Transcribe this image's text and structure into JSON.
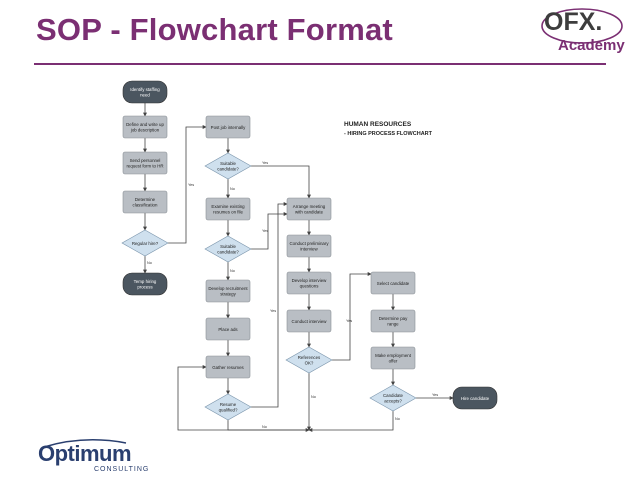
{
  "slide": {
    "title": "SOP - Flowchart Format"
  },
  "logos": {
    "ofx_main": "OFX.",
    "ofx_sub": "Academy",
    "optimum_main": "Optimum",
    "optimum_sub": "CONSULTING"
  },
  "diagram": {
    "heading_line1": "HUMAN RESOURCES",
    "heading_line2": "- HIRING PROCESS FLOWCHART",
    "nodes": {
      "identify": [
        "Identify staffing",
        "need"
      ],
      "define": [
        "Define and write up",
        "job description"
      ],
      "send_request": [
        "Send personnel",
        "request form to HR"
      ],
      "determine_class": [
        "Determine",
        "classification"
      ],
      "regular_hire": [
        "Regular hire?"
      ],
      "temp_process": [
        "Temp hiring",
        "process"
      ],
      "post_job": [
        "Post job internally"
      ],
      "suitable1": [
        "Suitable",
        "candidate?"
      ],
      "examine": [
        "Examine existing",
        "resumes on file"
      ],
      "suitable2": [
        "Suitable",
        "candidate?"
      ],
      "develop_recruit": [
        "Develop recruitment",
        "strategy"
      ],
      "place_ads": [
        "Place ads"
      ],
      "gather": [
        "Gather resumes"
      ],
      "resume_q": [
        "Resume",
        "qualified?"
      ],
      "arrange": [
        "Arrange meeting",
        "with candidate"
      ],
      "prelim": [
        "Conduct preliminary",
        "interview"
      ],
      "develop_q": [
        "Develop interview",
        "questions"
      ],
      "interview": [
        "Conduct interview"
      ],
      "references": [
        "References",
        "OK?"
      ],
      "select": [
        "Select candidate"
      ],
      "pay": [
        "Determine pay",
        "range"
      ],
      "offer": [
        "Make employment",
        "offer"
      ],
      "accepts": [
        "Candidate",
        "accepts?"
      ],
      "hire": [
        "Hire candidate"
      ]
    },
    "edge_labels": {
      "yes": "Yes",
      "no": "No"
    }
  },
  "colors": {
    "accent": "#7b2f73",
    "box_fill": "#b9bec4",
    "terminal_fill": "#4b5660",
    "diamond_fill": "#cfe0ee",
    "line": "#444444"
  }
}
